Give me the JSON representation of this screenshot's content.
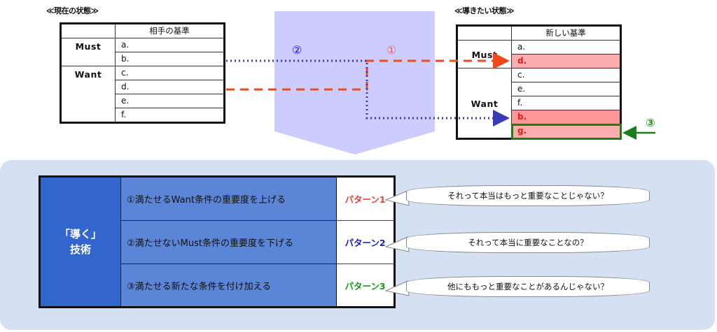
{
  "current_state": {
    "title": "≪現在の状態≫",
    "header": "相手の基準",
    "groups": [
      {
        "label": "Must",
        "items": [
          "a.",
          "b."
        ]
      },
      {
        "label": "Want",
        "items": [
          "c.",
          "d.",
          "e.",
          "f."
        ]
      }
    ]
  },
  "target_state": {
    "title": "≪導きたい状態≫",
    "header": "新しい基準",
    "groups": [
      {
        "label": "Must",
        "items": [
          {
            "text": "a.",
            "highlight": false
          },
          {
            "text": "d.",
            "highlight": true
          }
        ]
      },
      {
        "label": "Want",
        "items": [
          {
            "text": "c.",
            "highlight": false
          },
          {
            "text": "e.",
            "highlight": false
          },
          {
            "text": "f.",
            "highlight": false
          },
          {
            "text": "b.",
            "highlight": true
          },
          {
            "text": "g.",
            "highlight": true,
            "new": true
          }
        ]
      }
    ]
  },
  "markers": {
    "m1": "①",
    "m2": "②",
    "m3": "③"
  },
  "colors": {
    "pattern1": "#f03c3c",
    "pattern2": "#1a1acc",
    "pattern3": "#1a9a1a",
    "arrow_dashed": "#f04a1a",
    "arrow_dotted": "#3a3ab8",
    "arrow_new": "#1a7f1a",
    "chevron": "#ccccff",
    "panel": "#d6e0f3"
  },
  "technique": {
    "title_line1": "「導く」",
    "title_line2": "技術",
    "rows": [
      {
        "method": "①満たせるWant条件の重要度を上げる",
        "pattern": "パターン1",
        "question": "それって本当はもっと重要なことじゃない？"
      },
      {
        "method": "②満たせないMust条件の重要度を下げる",
        "pattern": "パターン2",
        "question": "それって本当に重要なことなの？"
      },
      {
        "method": "③満たせる新たな条件を付け加える",
        "pattern": "パターン3",
        "question": "他にももっと重要なことがあるんじゃない？"
      }
    ]
  }
}
